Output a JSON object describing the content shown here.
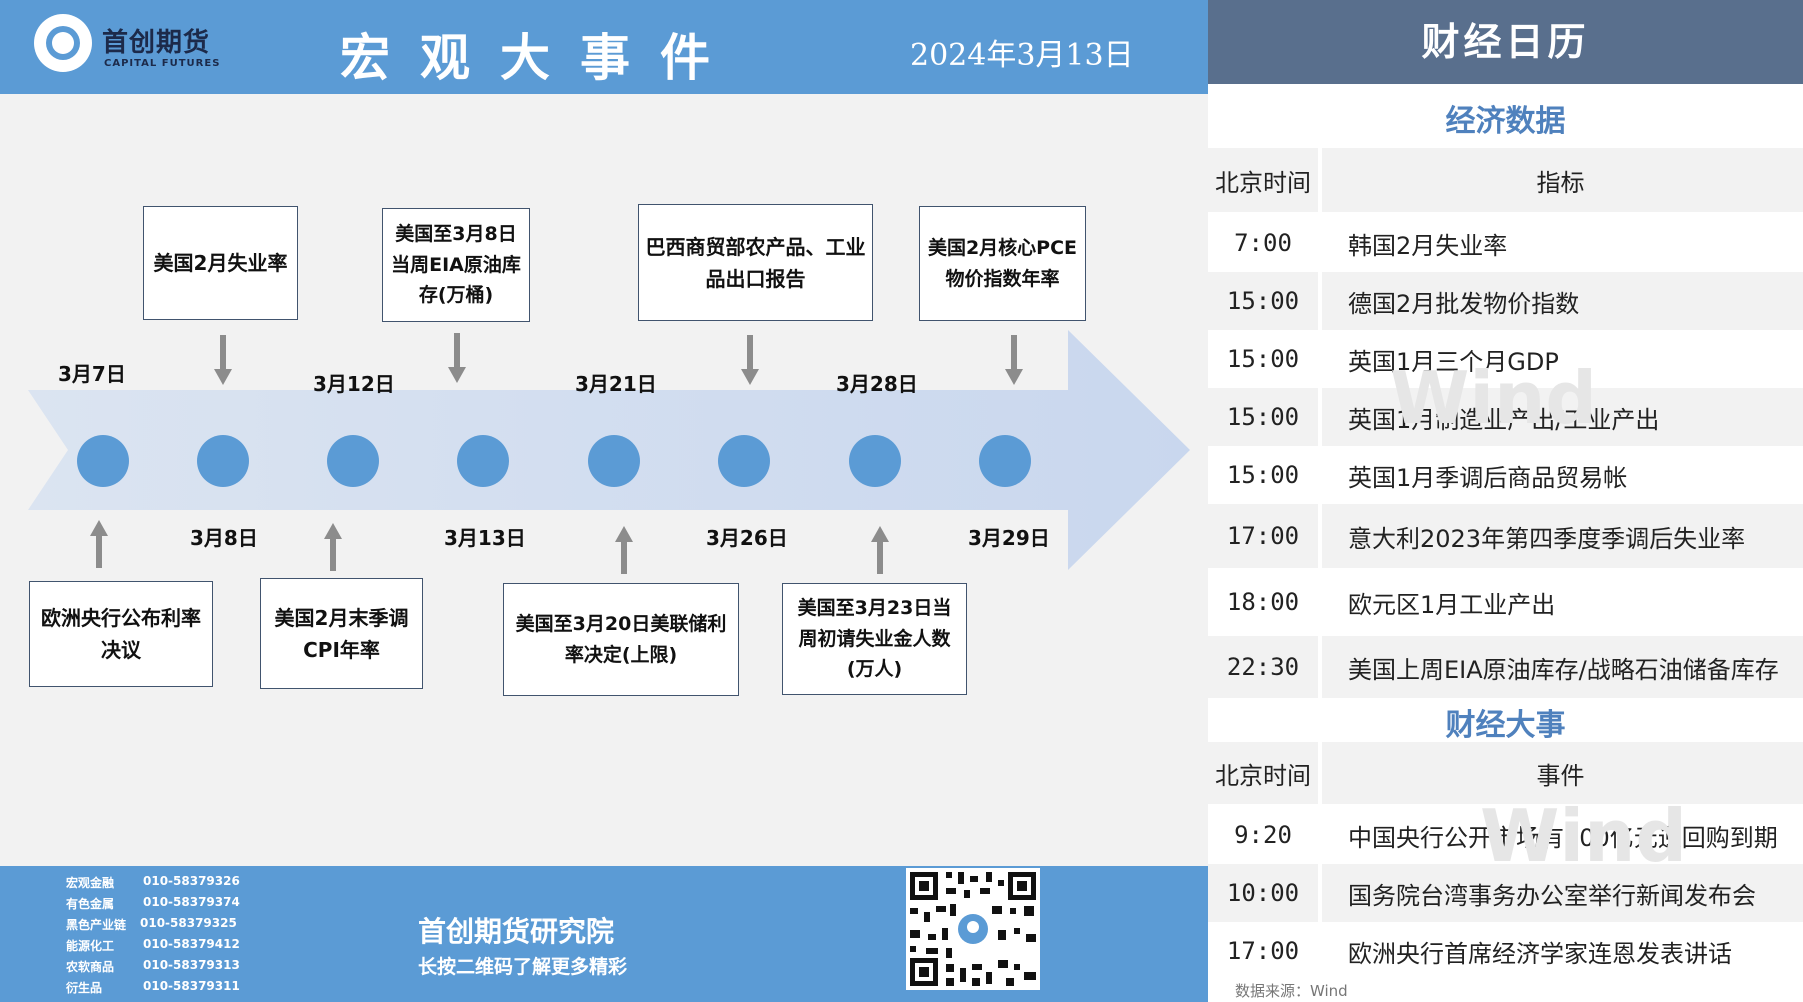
{
  "header": {
    "logo_cn": "首创期货",
    "logo_en": "CAPITAL FUTURES",
    "title": "宏观大事件",
    "date": "2024年3月13日"
  },
  "timeline": {
    "top_dates": [
      "3月7日",
      "3月12日",
      "3月21日",
      "3月28日"
    ],
    "bottom_dates": [
      "3月8日",
      "3月13日",
      "3月26日",
      "3月29日"
    ],
    "top_events": [
      "美国2月失业率",
      "美国至3月8日当周EIA原油库存(万桶)",
      "巴西商贸部农产品、工业品出口报告",
      "美国2月核心PCE物价指数年率"
    ],
    "bottom_events": [
      "欧洲央行公布利率决议",
      "美国2月末季调CPI年率",
      "美国至3月20日美联储利率决定(上限)",
      "美国至3月23日当周初请失业金人数(万人)"
    ]
  },
  "footer": {
    "contacts": [
      {
        "dept": "宏观金融",
        "phone": "010-58379326"
      },
      {
        "dept": "有色金属",
        "phone": "010-58379374"
      },
      {
        "dept": "黑色产业链",
        "phone": "010-58379325"
      },
      {
        "dept": "能源化工",
        "phone": "010-58379412"
      },
      {
        "dept": "农软商品",
        "phone": "010-58379313"
      },
      {
        "dept": "衍生品",
        "phone": "010-58379311"
      }
    ],
    "title": "首创期货研究院",
    "subtitle": "长按二维码了解更多精彩"
  },
  "calendar": {
    "title": "财经日历",
    "econ_title": "经济数据",
    "col_time": "北京时间",
    "col_indicator": "指标",
    "econ_rows": [
      {
        "time": "7:00",
        "item": "韩国2月失业率"
      },
      {
        "time": "15:00",
        "item": "德国2月批发物价指数"
      },
      {
        "time": "15:00",
        "item": "英国1月三个月GDP"
      },
      {
        "time": "15:00",
        "item": "英国1月制造业产出/工业产出"
      },
      {
        "time": "15:00",
        "item": "英国1月季调后商品贸易帐"
      },
      {
        "time": "17:00",
        "item": "意大利2023年第四季度季调后失业率"
      },
      {
        "time": "18:00",
        "item": "欧元区1月工业产出"
      },
      {
        "time": "22:30",
        "item": "美国上周EIA原油库存/战略石油储备库存"
      }
    ],
    "events_title": "财经大事",
    "col_event": "事件",
    "event_rows": [
      {
        "time": "9:20",
        "item": "中国央行公开市场有100亿元逆回购到期"
      },
      {
        "time": "10:00",
        "item": "国务院台湾事务办公室举行新闻发布会"
      },
      {
        "time": "17:00",
        "item": "欧洲央行首席经济学家连恩发表讲话"
      }
    ],
    "source": "数据来源：Wind",
    "watermark": "Wind"
  },
  "colors": {
    "header_blue": "#5b9bd5",
    "calendar_header": "#596f8d",
    "section_title": "#4f81bd"
  }
}
